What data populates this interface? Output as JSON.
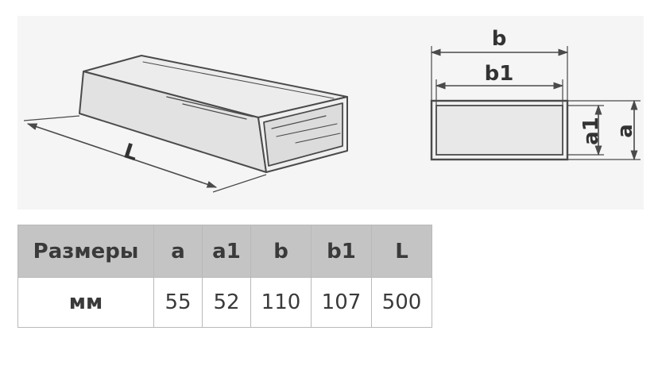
{
  "figure": {
    "duct_length_label": "L",
    "section_labels": {
      "outer_width": "b",
      "inner_width": "b1",
      "inner_height": "a1",
      "outer_height": "a"
    }
  },
  "table": {
    "header_label": "Размеры",
    "row_label": "мм",
    "columns": [
      {
        "name": "a",
        "value": "55"
      },
      {
        "name": "a1",
        "value": "52"
      },
      {
        "name": "b",
        "value": "110"
      },
      {
        "name": "b1",
        "value": "107"
      },
      {
        "name": "L",
        "value": "500"
      }
    ]
  },
  "colors": {
    "panel_background": "#f5f5f5",
    "line": "#4a4a4a",
    "duct_fill": "#e6e6e6",
    "table_header_background": "#c4c4c4",
    "text": "#3a3a3a"
  }
}
